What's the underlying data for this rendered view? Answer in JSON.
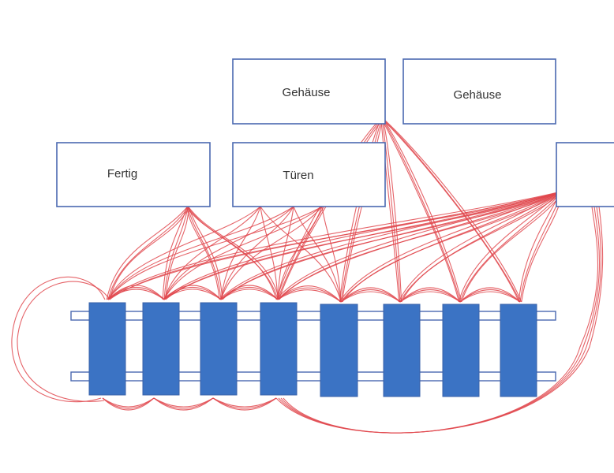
{
  "diagram": {
    "boxes": [
      {
        "id": "gehaeuse-1",
        "label": "Gehäuse"
      },
      {
        "id": "gehaeuse-2",
        "label": "Gehäuse"
      },
      {
        "id": "fertig",
        "label": "Fertig"
      },
      {
        "id": "tueren",
        "label": "Türen"
      },
      {
        "id": "unlabeled",
        "label": ""
      }
    ],
    "stations": 8,
    "colors": {
      "box_border": "#4a68b0",
      "station_fill": "#3b73c4",
      "rail_border": "#4a68b0",
      "connection": "#e0484d"
    }
  }
}
